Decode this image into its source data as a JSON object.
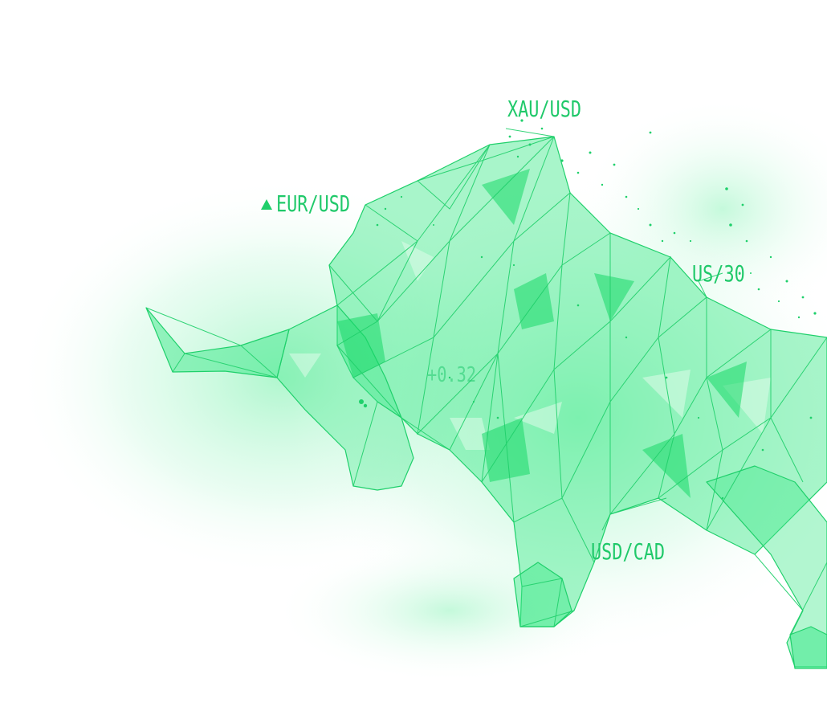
{
  "labels": {
    "xau": "XAU/USD",
    "eur": "EUR/USD",
    "us30": "US/30",
    "usdcad": "USD/CAD",
    "change": "+0.32"
  },
  "icons": {
    "up_arrow": "triangle-up"
  },
  "colors": {
    "accent": "#22e07a",
    "accent_dark": "#17c763",
    "glow": "#8cf5b8",
    "background": "#ffffff"
  }
}
